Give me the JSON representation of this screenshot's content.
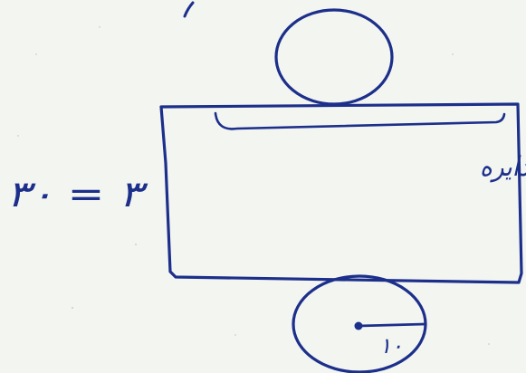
{
  "colors": {
    "paper": "#f3f5f1",
    "ink": "#1c2f8a"
  },
  "labels": {
    "rect_label": "طول مستطیل = محیط دایره",
    "left_equation": "۳۰ = ۳",
    "radius_label": "۱۰"
  }
}
